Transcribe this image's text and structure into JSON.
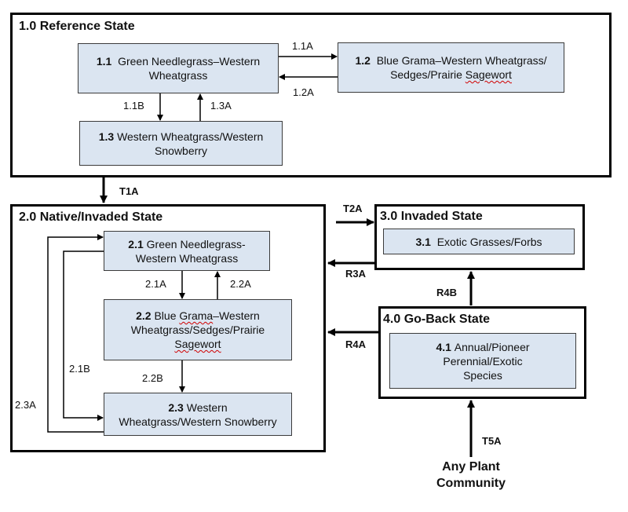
{
  "states": {
    "s1": {
      "title": "1.0 Reference State"
    },
    "s2": {
      "title": "2.0 Native/Invaded State"
    },
    "s3": {
      "title": "3.0 Invaded State"
    },
    "s4": {
      "title": "4.0 Go-Back State"
    }
  },
  "communities": {
    "c11": {
      "num": "1.1",
      "line1": "Green Needlegrass–Western",
      "line2": "Wheatgrass"
    },
    "c12": {
      "num": "1.2",
      "line1": "Blue Grama–Western Wheatgrass/",
      "line2a": "Sedges/Prairie ",
      "line2b": "Sagewort"
    },
    "c13": {
      "num": "1.3",
      "line1": "Western Wheatgrass/Western",
      "line2": "Snowberry"
    },
    "c21": {
      "num": "2.1",
      "line1": "Green Needlegrass-",
      "line2": "Western Wheatgrass"
    },
    "c22": {
      "num": "2.2",
      "line1a": "Blue ",
      "line1b": "Grama",
      "line1c": "–Western",
      "line2": "Wheatgrass/Sedges/Prairie",
      "line3": "Sagewort"
    },
    "c23": {
      "num": "2.3",
      "line1": "Western",
      "line2": "Wheatgrass/Western Snowberry"
    },
    "c31": {
      "num": "3.1",
      "line1": "Exotic Grasses/Forbs"
    },
    "c41": {
      "num": "4.1",
      "line1": "Annual/Pioneer",
      "line2": "Perennial/Exotic",
      "line3": "Species"
    }
  },
  "transitions": {
    "t11a": "1.1A",
    "t12a": "1.2A",
    "t11b": "1.1B",
    "t13a": "1.3A",
    "t1a": "T1A",
    "t2a": "T2A",
    "r3a": "R3A",
    "r4a": "R4A",
    "r4b": "R4B",
    "t5a": "T5A",
    "t21a": "2.1A",
    "t22a": "2.2A",
    "t21b": "2.1B",
    "t22b": "2.2B",
    "t23a": "2.3A"
  },
  "any_plant": {
    "line1": "Any Plant",
    "line2": "Community"
  }
}
